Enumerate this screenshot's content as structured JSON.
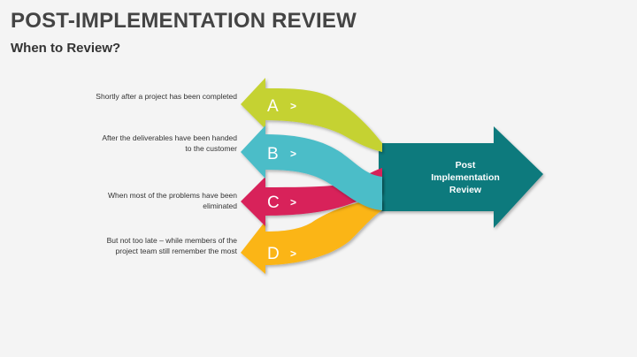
{
  "title": "POST-IMPLEMENTATION REVIEW",
  "subtitle": "When to Review?",
  "colors": {
    "a": "#c5d230",
    "b": "#4bbdc8",
    "c": "#d8205a",
    "d": "#fbb517",
    "target": "#0d7a7d"
  },
  "items": [
    {
      "letter": "A",
      "chevron": ">",
      "text": "Shortly after a project has been completed"
    },
    {
      "letter": "B",
      "chevron": ">",
      "text": "After the deliverables have been handed to the customer"
    },
    {
      "letter": "C",
      "chevron": ">",
      "text": "When most of the problems have been eliminated"
    },
    {
      "letter": "D",
      "chevron": ">",
      "text": "But not too late – while members of the project team still remember the most"
    }
  ],
  "target": {
    "lines": [
      "Post",
      "Implementation",
      "Review"
    ]
  }
}
